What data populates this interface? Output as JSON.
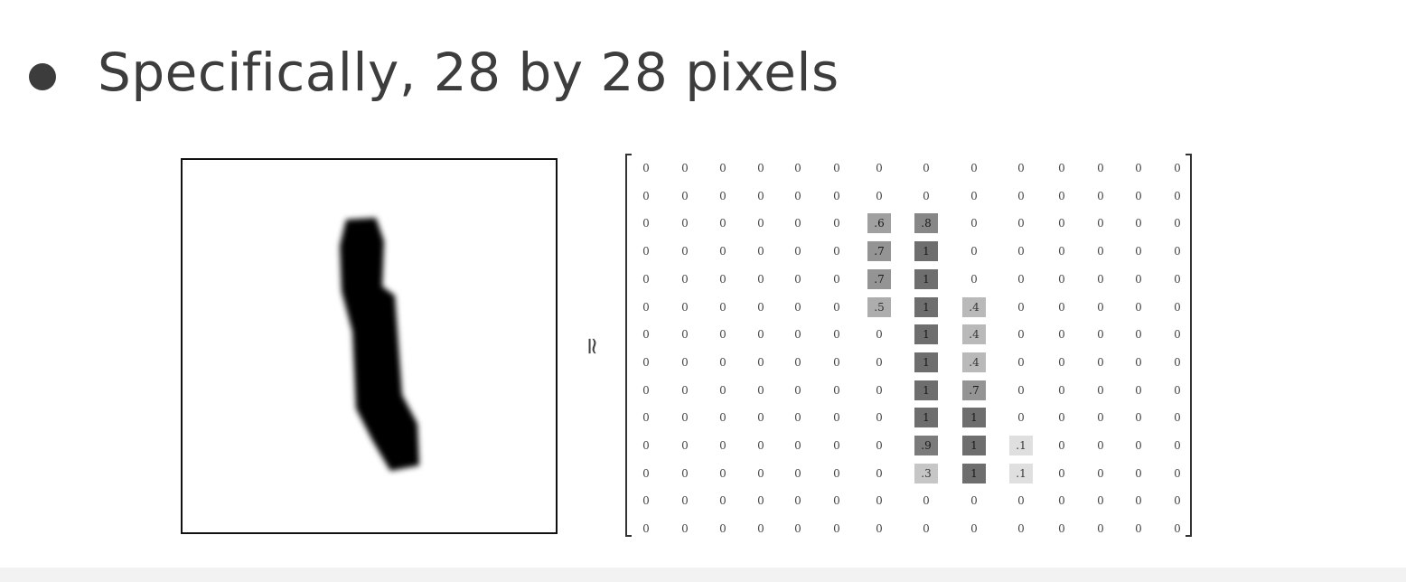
{
  "slide": {
    "bullet_text": "Specifically, 28 by 28 pixels",
    "approx_symbol": "≃"
  },
  "matrix": {
    "rows": [
      [
        "0",
        "0",
        "0",
        "0",
        "0",
        "0",
        "0",
        "0",
        "0",
        "0",
        "0",
        "0",
        "0",
        "0"
      ],
      [
        "0",
        "0",
        "0",
        "0",
        "0",
        "0",
        "0",
        "0",
        "0",
        "0",
        "0",
        "0",
        "0",
        "0"
      ],
      [
        "0",
        "0",
        "0",
        "0",
        "0",
        "0",
        ".6",
        ".8",
        "0",
        "0",
        "0",
        "0",
        "0",
        "0"
      ],
      [
        "0",
        "0",
        "0",
        "0",
        "0",
        "0",
        ".7",
        "1",
        "0",
        "0",
        "0",
        "0",
        "0",
        "0"
      ],
      [
        "0",
        "0",
        "0",
        "0",
        "0",
        "0",
        ".7",
        "1",
        "0",
        "0",
        "0",
        "0",
        "0",
        "0"
      ],
      [
        "0",
        "0",
        "0",
        "0",
        "0",
        "0",
        ".5",
        "1",
        ".4",
        "0",
        "0",
        "0",
        "0",
        "0"
      ],
      [
        "0",
        "0",
        "0",
        "0",
        "0",
        "0",
        "0",
        "1",
        ".4",
        "0",
        "0",
        "0",
        "0",
        "0"
      ],
      [
        "0",
        "0",
        "0",
        "0",
        "0",
        "0",
        "0",
        "1",
        ".4",
        "0",
        "0",
        "0",
        "0",
        "0"
      ],
      [
        "0",
        "0",
        "0",
        "0",
        "0",
        "0",
        "0",
        "1",
        ".7",
        "0",
        "0",
        "0",
        "0",
        "0"
      ],
      [
        "0",
        "0",
        "0",
        "0",
        "0",
        "0",
        "0",
        "1",
        "1",
        "0",
        "0",
        "0",
        "0",
        "0"
      ],
      [
        "0",
        "0",
        "0",
        "0",
        "0",
        "0",
        "0",
        ".9",
        "1",
        ".1",
        "0",
        "0",
        "0",
        "0"
      ],
      [
        "0",
        "0",
        "0",
        "0",
        "0",
        "0",
        "0",
        ".3",
        "1",
        ".1",
        "0",
        "0",
        "0",
        "0"
      ],
      [
        "0",
        "0",
        "0",
        "0",
        "0",
        "0",
        "0",
        "0",
        "0",
        "0",
        "0",
        "0",
        "0",
        "0"
      ],
      [
        "0",
        "0",
        "0",
        "0",
        "0",
        "0",
        "0",
        "0",
        "0",
        "0",
        "0",
        "0",
        "0",
        "0"
      ]
    ]
  }
}
